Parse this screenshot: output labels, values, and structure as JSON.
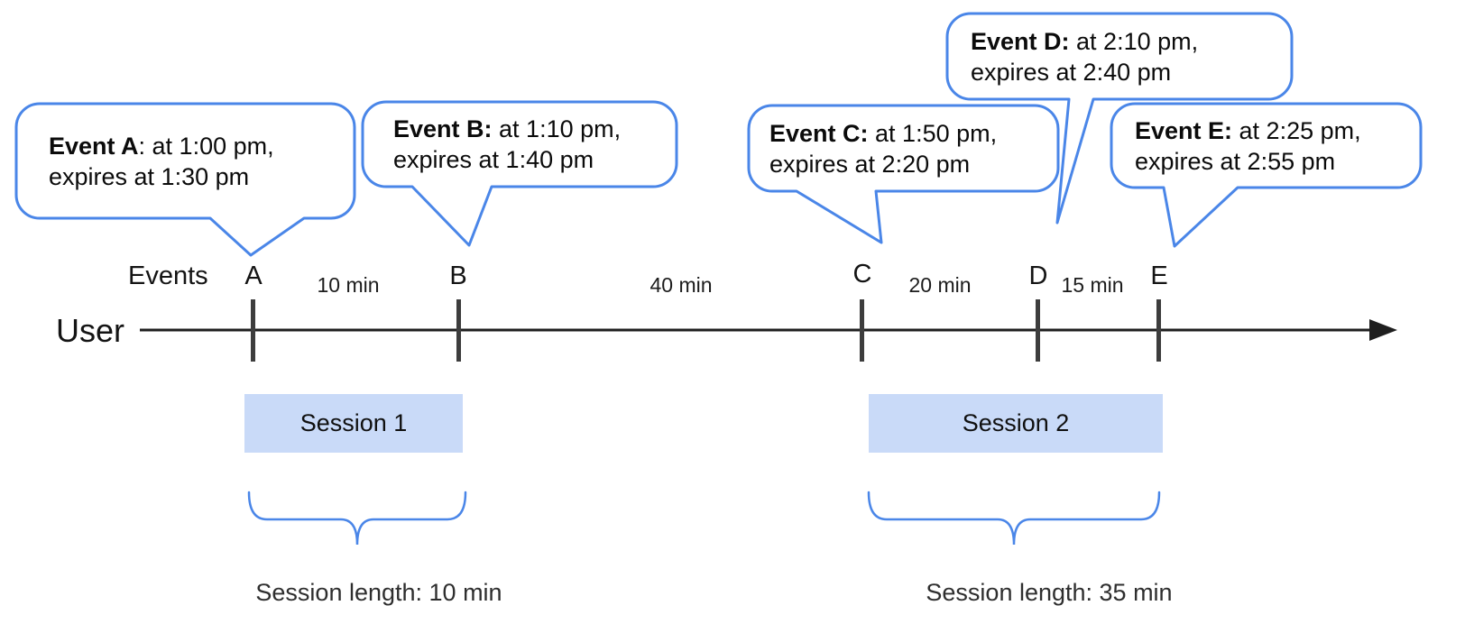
{
  "colors": {
    "bubble_border": "#4a86e8",
    "brace": "#4a86e8",
    "session_fill": "#c9daf8",
    "tick": "#3d3d3d",
    "timeline": "#1f1f1f"
  },
  "axis": {
    "events_label": "Events",
    "user_label": "User",
    "tick_labels": [
      "A",
      "B",
      "C",
      "D",
      "E"
    ],
    "interval_labels": [
      "10 min",
      "40 min",
      "20 min",
      "15 min"
    ]
  },
  "bubbles": [
    {
      "event": "A",
      "title": "Event A",
      "line1_rest": ": at 1:00 pm,",
      "line2": "expires at 1:30 pm"
    },
    {
      "event": "B",
      "title": "Event B:",
      "line1_rest": " at 1:10 pm,",
      "line2": "expires at 1:40 pm"
    },
    {
      "event": "C",
      "title": "Event C:",
      "line1_rest": " at 1:50 pm,",
      "line2": "expires at 2:20 pm"
    },
    {
      "event": "D",
      "title": "Event D:",
      "line1_rest": " at 2:10 pm,",
      "line2": "expires at 2:40 pm"
    },
    {
      "event": "E",
      "title": "Event E:",
      "line1_rest": " at 2:25 pm,",
      "line2": "expires at 2:55 pm"
    }
  ],
  "sessions": [
    {
      "label": "Session 1",
      "length_caption": "Session length: 10 min"
    },
    {
      "label": "Session 2",
      "length_caption": "Session length: 35 min"
    }
  ]
}
